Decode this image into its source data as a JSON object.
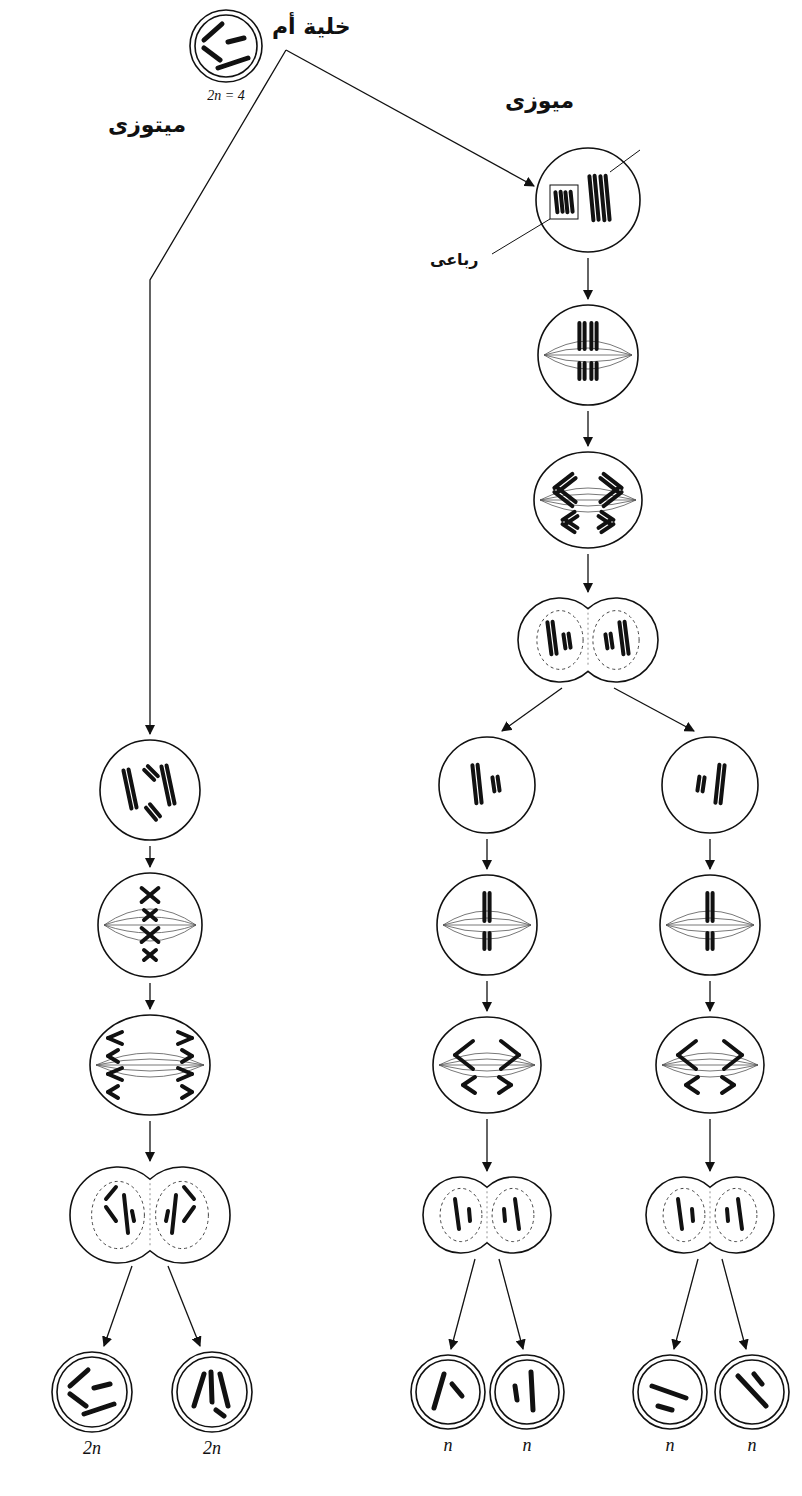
{
  "diagram": {
    "nodes": [
      {
        "text": [
          "خلية أم",
          "2n = 4"
        ]
      },
      {
        "text": [
          "2n"
        ]
      },
      {
        "text": [
          "2n"
        ]
      },
      {
        "text": [
          "n"
        ]
      },
      {
        "text": [
          "n"
        ]
      },
      {
        "text": [
          "n"
        ]
      },
      {
        "text": [
          "n"
        ]
      }
    ],
    "labels": [
      "ميتوزى",
      "ميوزى",
      "رباعى"
    ]
  }
}
